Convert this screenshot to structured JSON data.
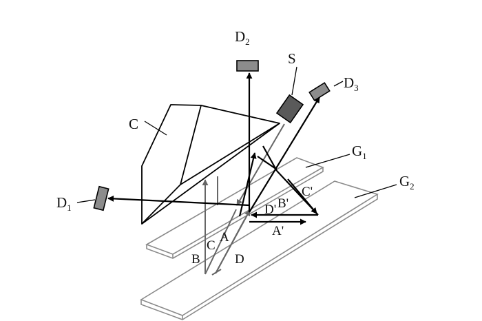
{
  "labels": {
    "D2": {
      "main": "D",
      "sub": "2"
    },
    "S": "S",
    "D3": {
      "main": "D",
      "sub": "3"
    },
    "C_prism": "C",
    "G1": {
      "main": "G",
      "sub": "1"
    },
    "G2": {
      "main": "G",
      "sub": "2"
    },
    "D1": {
      "main": "D",
      "sub": "1"
    },
    "B_prime": "B'",
    "C_prime": "C'",
    "D_prime": "D'",
    "A_prime": "A'",
    "A": "A",
    "B": "B",
    "C": "C",
    "D": "D"
  },
  "colors": {
    "black": "#000000",
    "gray": "#7a7a7a",
    "detector_fill": "#8c8c8c",
    "source_fill": "#5a5a5a",
    "plate_stroke": "#8a8a8a"
  }
}
